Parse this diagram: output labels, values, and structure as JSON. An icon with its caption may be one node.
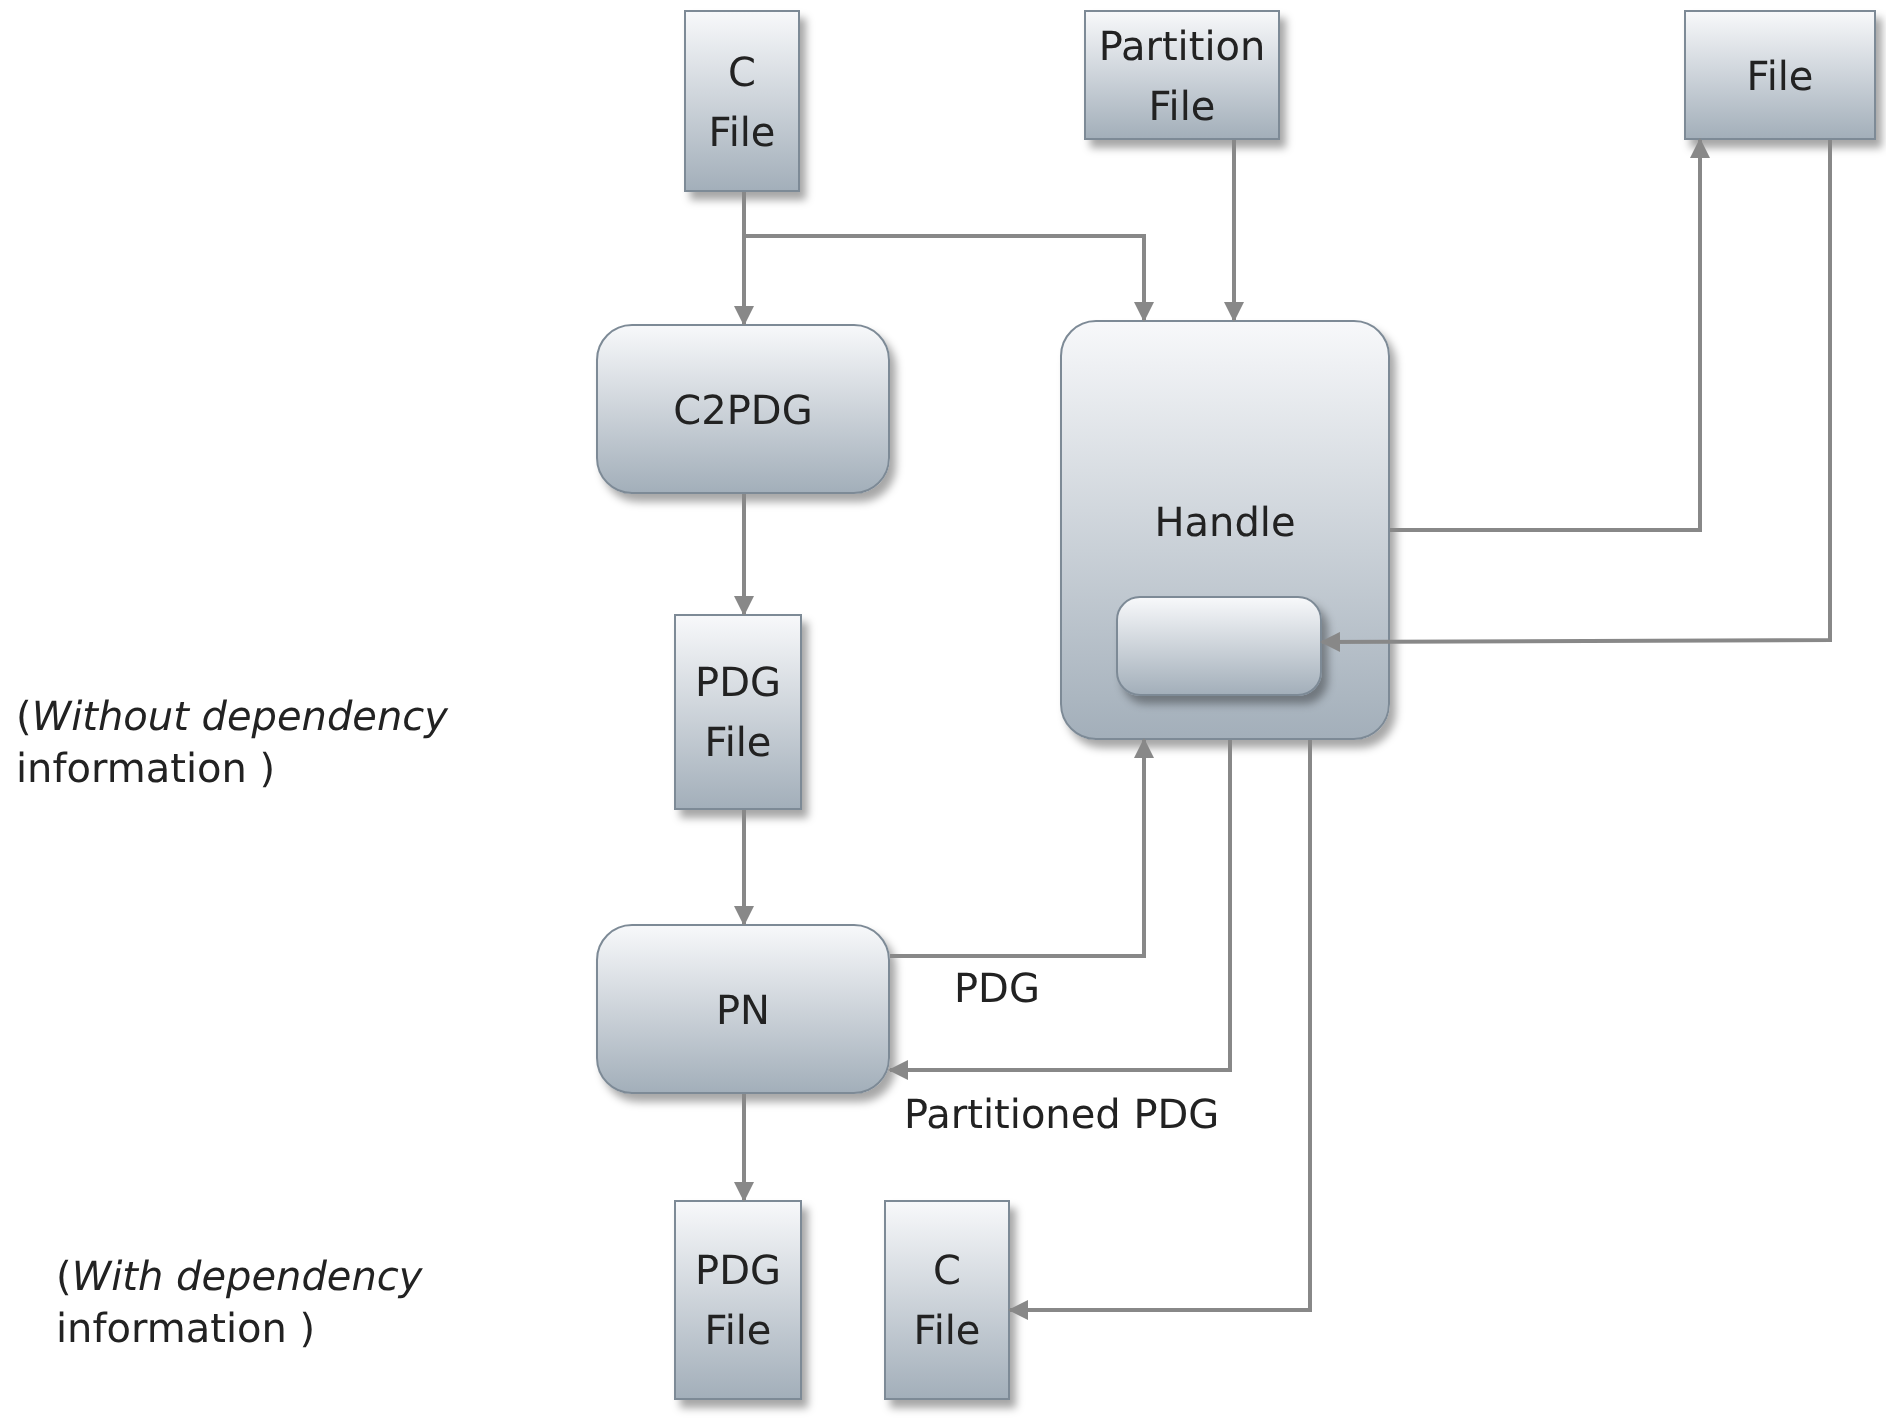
{
  "diagram": {
    "nodes": [
      {
        "text": [
          "C File"
        ]
      },
      {
        "text": [
          "Partition File"
        ]
      },
      {
        "text": [
          "File"
        ]
      },
      {
        "text": [
          "C2PDG"
        ]
      },
      {
        "text": [
          "Handle"
        ]
      },
      {
        "text": [],
        "shape": "box",
        "in": 4
      },
      {
        "text": [
          "PDG File"
        ]
      },
      {
        "text": [
          "PN"
        ]
      },
      {
        "text": [
          "PDG File"
        ]
      },
      {
        "text": [
          "C File"
        ]
      }
    ],
    "edges": [
      {
        "from": 0,
        "to": 3,
        "arrow": "to"
      },
      {
        "from": 0,
        "to": 4,
        "arrow": "to"
      },
      {
        "from": 1,
        "to": 4,
        "arrow": "to"
      },
      {
        "from": 4,
        "to": 2,
        "arrow": "to"
      },
      {
        "from": 2,
        "to": 5,
        "arrow": "to"
      },
      {
        "from": 3,
        "to": 6,
        "arrow": "to"
      },
      {
        "from": 6,
        "to": 7,
        "arrow": "to"
      },
      {
        "from": 7,
        "to": 4,
        "arrow": "to",
        "label": "PDG"
      },
      {
        "from": 4,
        "to": 7,
        "arrow": "to",
        "label": "Partitioned PDG"
      },
      {
        "from": 7,
        "to": 8,
        "arrow": "to"
      },
      {
        "from": 4,
        "to": 9,
        "arrow": "to"
      }
    ],
    "labels": [
      "(*Without dependency* information )",
      "(*With dependency* information )"
    ]
  }
}
